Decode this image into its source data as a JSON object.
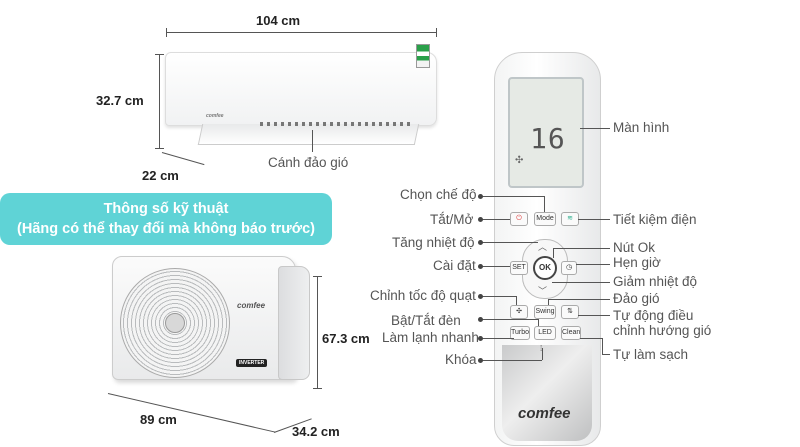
{
  "dimensions": {
    "indoor_width": "104 cm",
    "indoor_height": "32.7 cm",
    "indoor_depth": "22 cm",
    "outdoor_height": "67.3 cm",
    "outdoor_width": "89 cm",
    "outdoor_depth": "34.2 cm"
  },
  "indoor_label": "Cánh đảo gió",
  "specs_badge": {
    "line1": "Thông số kỹ thuật",
    "line2": "(Hãng có thể thay đổi mà không báo trước)"
  },
  "brand": "comfee",
  "outdoor_badge": "INVERTER",
  "remote": {
    "screen_temp": "16",
    "buttons": {
      "mode": "Mode",
      "ok": "OK",
      "set": "SET",
      "swing": "Swing",
      "turbo": "Turbo",
      "led": "LED",
      "clean": "Clean"
    },
    "labels_left": [
      "Chọn chế độ",
      "Tắt/Mở",
      "Tăng nhiệt độ",
      "Cài đặt",
      "Chỉnh tốc độ quạt",
      "Bật/Tắt đèn",
      "Làm lạnh nhanh",
      "Khóa"
    ],
    "labels_right": [
      "Màn hình",
      "Tiết kiệm điện",
      "Nút Ok",
      "Hẹn giờ",
      "Giảm nhiệt độ",
      "Đảo gió",
      "Tự động điều chỉnh hướng gió",
      "Tự làm sạch"
    ]
  }
}
